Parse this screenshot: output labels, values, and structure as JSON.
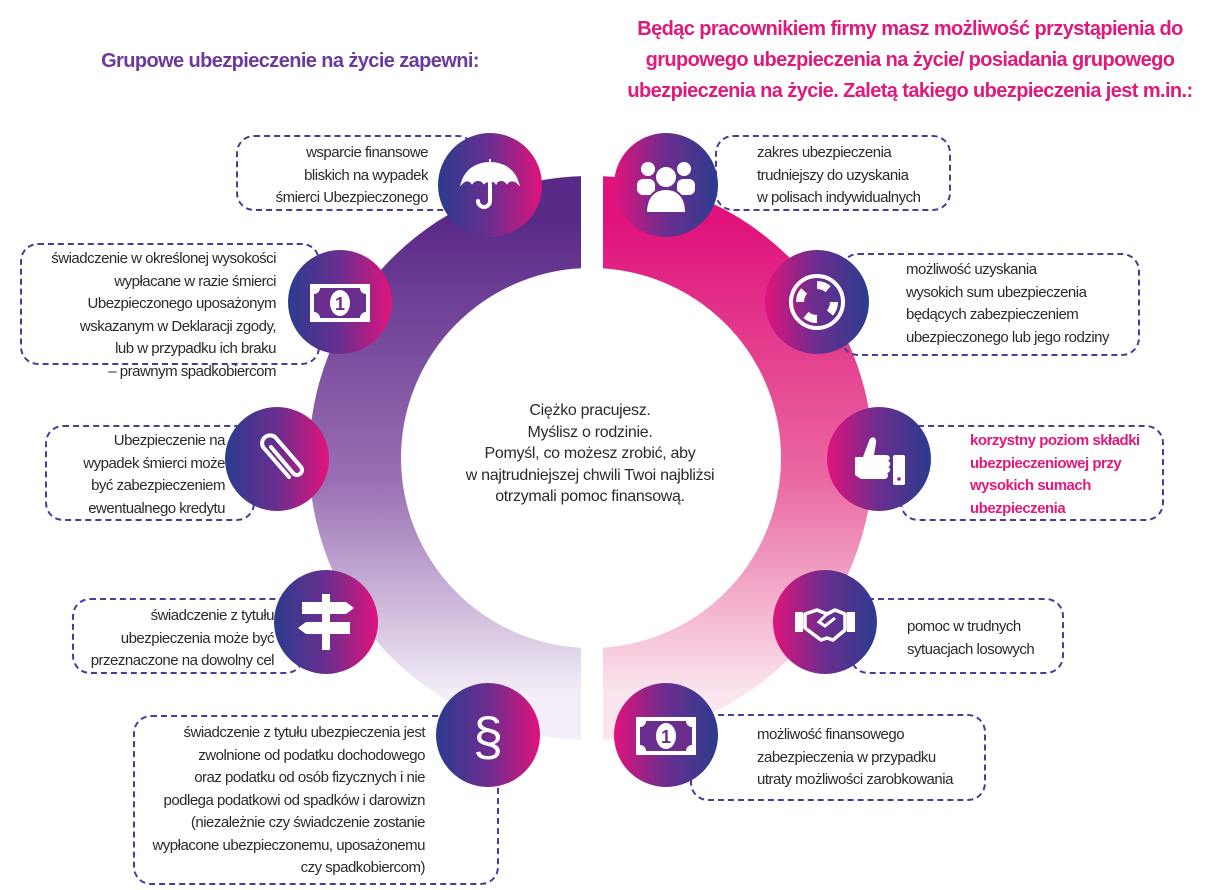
{
  "titles": {
    "left": "Grupowe ubezpieczenie na życie zapewni:",
    "right": [
      "Będąc pracownikiem firmy masz możliwość przystąpienia do",
      "grupowego ubezpieczenia na życie/ posiadania grupowego",
      "ubezpieczenia na życie. Zaletą takiego ubezpieczenia jest m.in.:"
    ]
  },
  "center_text": [
    "Ciężko pracujesz.",
    "Myślisz o rodzinie.",
    "Pomyśl, co możesz zrobić, aby",
    "w najtrudniejszej chwili Twoi najbliżsi",
    "otrzymali pomoc finansową."
  ],
  "left_items": [
    {
      "icon": "umbrella-icon",
      "lines": [
        "wsparcie finansowe",
        "bliskich na wypadek",
        "śmierci Ubezpieczonego"
      ]
    },
    {
      "icon": "banknote-icon",
      "lines": [
        "świadczenie w określonej wysokości",
        "wypłacane w razie śmierci",
        "Ubezpieczonego uposażonym",
        "wskazanym w Deklaracji zgody,",
        "lub w przypadku ich braku",
        "– prawnym spadkobiercom"
      ]
    },
    {
      "icon": "paperclip-icon",
      "lines": [
        "Ubezpieczenie na",
        "wypadek śmierci może",
        "być zabezpieczeniem",
        "ewentualnego kredytu"
      ]
    },
    {
      "icon": "signpost-icon",
      "lines": [
        "świadczenie z tytułu",
        "ubezpieczenia może być",
        "przeznaczone na dowolny cel"
      ]
    },
    {
      "icon": "paragraph-icon",
      "lines": [
        "świadczenie z tytułu ubezpieczenia jest",
        "zwolnione od podatku dochodowego",
        "oraz podatku od osób fizycznych i nie",
        "podlega podatkowi od spadków i darowizn",
        "(niezależnie czy świadczenie zostanie",
        "wypłacone ubezpieczonemu, uposażonemu",
        "czy spadkobiercom)"
      ]
    }
  ],
  "right_items": [
    {
      "icon": "people-group-icon",
      "lines": [
        "zakres ubezpieczenia",
        "trudniejszy do uzyskania",
        "w polisach indywidualnych"
      ]
    },
    {
      "icon": "lifebuoy-icon",
      "lines": [
        "możliwość uzyskania",
        "wysokich sum ubezpieczenia",
        "będących zabezpieczeniem",
        "ubezpieczonego lub jego rodziny"
      ]
    },
    {
      "icon": "thumbs-up-icon",
      "lines": [
        "korzystny poziom składki",
        "ubezpieczeniowej przy",
        "wysokich sumach",
        "ubezpieczenia"
      ]
    },
    {
      "icon": "handshake-icon",
      "lines": [
        "pomoc w trudnych",
        "sytuacjach losowych"
      ]
    },
    {
      "icon": "banknote-icon",
      "lines": [
        "możliwość finansowego",
        "zabezpieczenia w przypadku",
        "utraty możliwości zarobkowania"
      ]
    }
  ],
  "colors": {
    "purple": "#6b3a9c",
    "pink": "#e0197d",
    "navy": "#2b3c8e"
  }
}
